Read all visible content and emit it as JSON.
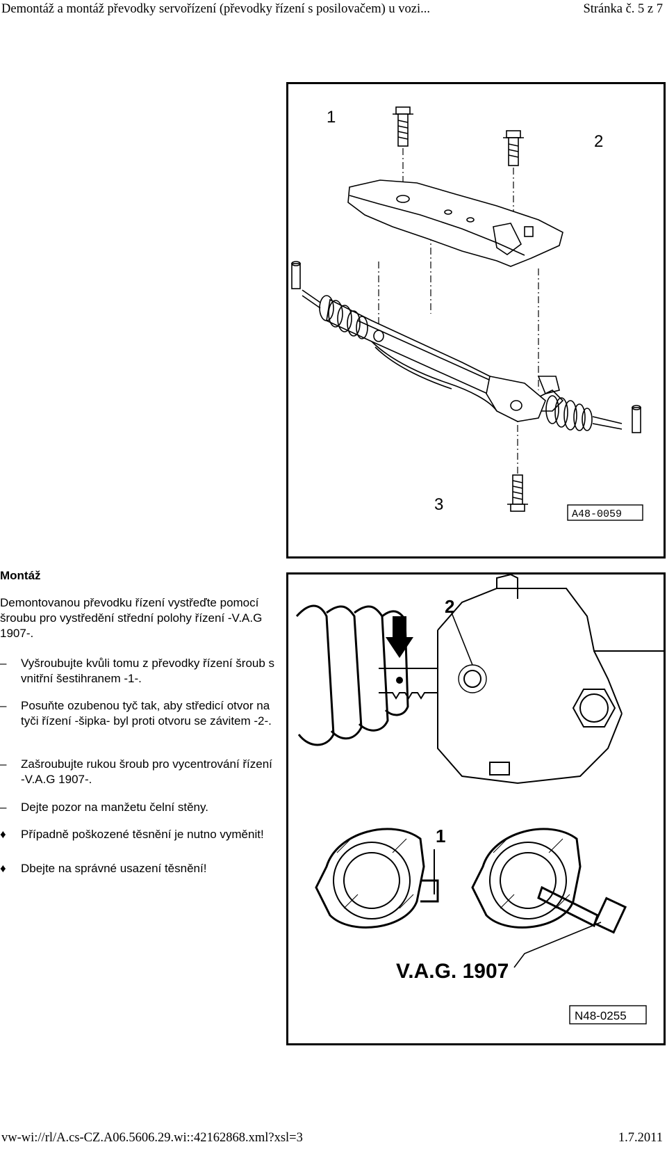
{
  "header": {
    "left": "Demontáž a montáž převodky servořízení (převodky řízení s posilovačem) u vozi...",
    "right": "Stránka č. 5 z 7"
  },
  "footer": {
    "left": "vw-wi://rl/A.cs-CZ.A06.5606.29.wi::42162868.xml?xsl=3",
    "right": "1.7.2011"
  },
  "figure1": {
    "labels": [
      "1",
      "2",
      "3"
    ],
    "code": "A48-0059"
  },
  "figure2": {
    "label_top": "2",
    "label_bottom": "1",
    "tool": "V.A.G. 1907",
    "code": "N48-0255"
  },
  "content": {
    "heading": "Montáž",
    "intro": "Demontovanou převodku řízení vystřeďte pomocí šroubu pro vystředění střední polohy řízení -V.A.G 1907-.",
    "steps": [
      {
        "marker": "–",
        "text": "Vyšroubujte kvůli tomu z převodky řízení šroub s vnitřní šestihranem -1-."
      },
      {
        "marker": "–",
        "text": "Posuňte ozubenou tyč tak, aby středicí otvor na tyči řízení -šipka- byl proti otvoru se závitem -2-."
      },
      {
        "marker": "–",
        "text": "Zašroubujte rukou šroub pro vycentrování řízení -V.A.G 1907-."
      },
      {
        "marker": "–",
        "text": "Dejte pozor na manžetu čelní stěny."
      }
    ],
    "notes": [
      {
        "marker": "♦",
        "text": "Případně poškozené těsnění je nutno vyměnit!"
      },
      {
        "marker": "♦",
        "text": "Dbejte na správné usazení těsnění!"
      }
    ]
  }
}
